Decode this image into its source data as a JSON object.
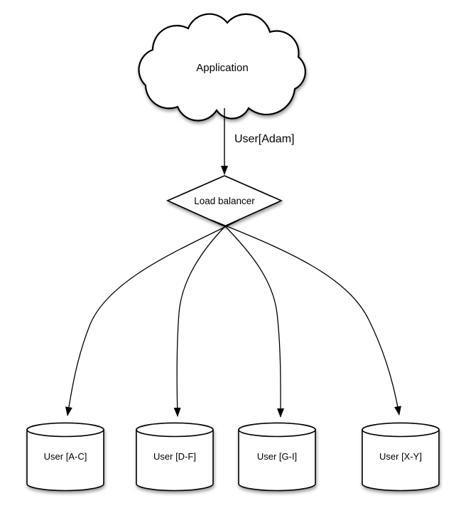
{
  "diagram": {
    "nodes": {
      "application": {
        "label": "Application",
        "shape": "cloud"
      },
      "load_balancer": {
        "label": "Load balancer",
        "shape": "diamond"
      },
      "shards": [
        {
          "label": "User [A-C]",
          "shape": "cylinder"
        },
        {
          "label": "User [D-F]",
          "shape": "cylinder"
        },
        {
          "label": "User [G-I]",
          "shape": "cylinder"
        },
        {
          "label": "User [X-Y]",
          "shape": "cylinder"
        }
      ]
    },
    "edges": {
      "application_to_load_balancer": {
        "label": "User[Adam]"
      }
    },
    "colors": {
      "background": "#ffffff",
      "shape_fill": "#ffffff",
      "stroke": "#000000",
      "text": "#000000",
      "shadow": "rgba(0,0,0,0.45)"
    }
  }
}
